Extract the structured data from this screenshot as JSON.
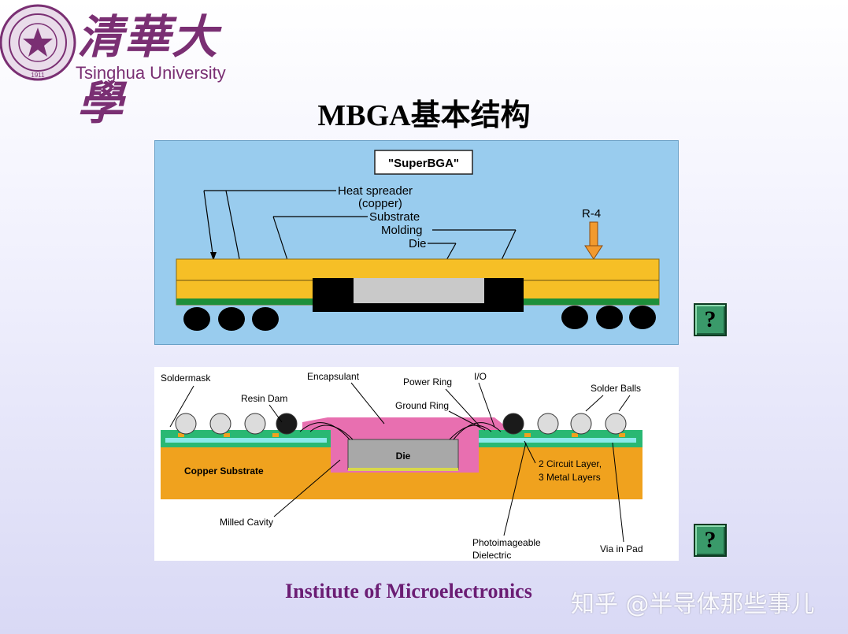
{
  "header": {
    "university_cn": "清華大學",
    "university_en": "Tsinghua University",
    "seal_text": "1911"
  },
  "title": "MBGA基本结构",
  "diagram1": {
    "tag": "\"SuperBGA\"",
    "labels": {
      "heat_spreader": "Heat spreader",
      "copper": "(copper)",
      "substrate": "Substrate",
      "molding": "Molding",
      "die": "Die",
      "r4": "R-4"
    },
    "colors": {
      "background": "#99ccee",
      "spreader": "#f6bf26",
      "substrate": "#1d8f3a",
      "molding": "#000000",
      "die": "#c9c9c9",
      "arrow": "#f29a2e"
    }
  },
  "diagram2": {
    "labels": {
      "soldermask": "Soldermask",
      "resin_dam": "Resin Dam",
      "encapsulant": "Encapsulant",
      "power_ring": "Power Ring",
      "io": "I/O",
      "solder_balls": "Solder Balls",
      "ground_ring": "Ground Ring",
      "die": "Die",
      "copper_substrate": "Copper Substrate",
      "circuit_layer_1": "2 Circuit Layer,",
      "circuit_layer_2": "3 Metal Layers",
      "milled_cavity": "Milled Cavity",
      "photo_1": "Photoimageable",
      "photo_2": "Dielectric",
      "via_in_pad": "Via in Pad"
    },
    "colors": {
      "copper": "#f0a21e",
      "encapsulant": "#e86fb0",
      "layers": "#29b873",
      "die": "#a8a8a8"
    }
  },
  "help_buttons": [
    {
      "label": "?"
    },
    {
      "label": "?"
    }
  ],
  "footer": {
    "institute": "Institute of Microelectronics"
  },
  "watermark": "知乎 @半导体那些事儿"
}
